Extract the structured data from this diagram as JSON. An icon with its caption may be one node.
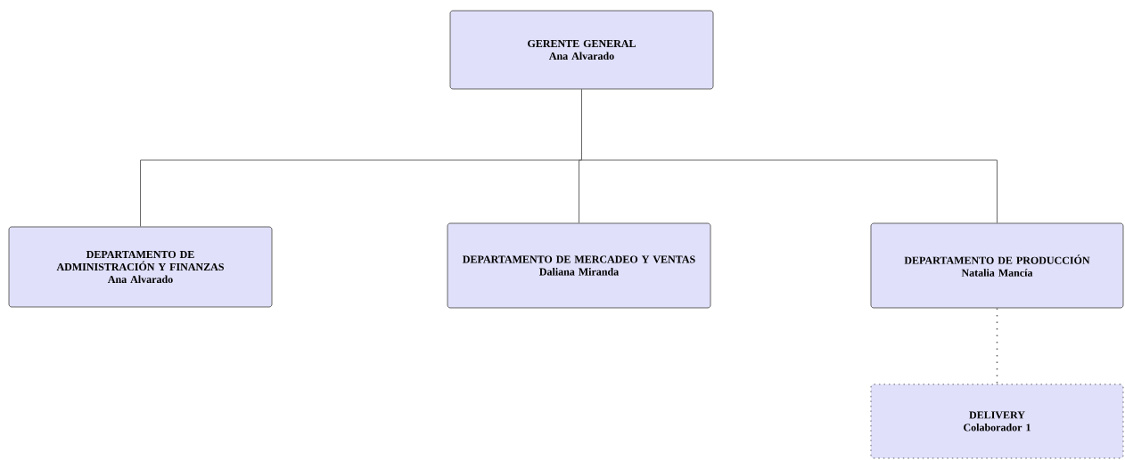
{
  "diagram": {
    "nodes": [
      {
        "text": [
          "GERENTE GENERAL",
          "Ana Alvarado"
        ]
      },
      {
        "text": [
          "DEPARTAMENTO DE ADMINISTRACIÓN Y FINANZAS",
          "Ana Alvarado"
        ]
      },
      {
        "text": [
          "DEPARTAMENTO DE MERCADEO Y VENTAS",
          "Daliana Miranda"
        ]
      },
      {
        "text": [
          "DEPARTAMENTO DE PRODUCCIÓN",
          "Natalia Mancía"
        ]
      },
      {
        "text": [
          "DELIVERY",
          "Colaborador 1"
        ]
      }
    ],
    "edges": [
      {
        "from": 0,
        "to": 1,
        "arrow": "none"
      },
      {
        "from": 0,
        "to": 2,
        "arrow": "none"
      },
      {
        "from": 0,
        "to": 3,
        "arrow": "none"
      },
      {
        "from": 3,
        "to": 4,
        "arrow": "none",
        "style": "dashed"
      }
    ]
  }
}
